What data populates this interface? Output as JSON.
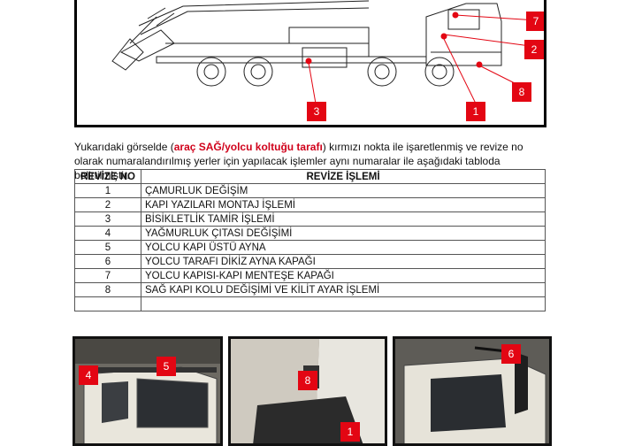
{
  "diagram": {
    "markers": [
      {
        "id": "m7",
        "label": "7"
      },
      {
        "id": "m2",
        "label": "2"
      },
      {
        "id": "m8",
        "label": "8"
      },
      {
        "id": "m3",
        "label": "3"
      },
      {
        "id": "m1",
        "label": "1"
      }
    ]
  },
  "caption": {
    "before": "Yukarıdaki görselde (",
    "highlight": "araç SAĞ/yolcu koltuğu tarafı",
    "after": ") kırmızı nokta ile işaretlenmiş ve revize no olarak numaralandırılmış yerler için yapılacak işlemler aynı numaralar ile aşağıdaki tabloda belirtilmiştir."
  },
  "table": {
    "headers": [
      "REVİZE NO",
      "REVİZE İŞLEMİ"
    ],
    "rows": [
      {
        "no": "1",
        "op": "ÇAMURLUK DEĞİŞİM"
      },
      {
        "no": "2",
        "op": "KAPI YAZILARI MONTAJ İŞLEMİ"
      },
      {
        "no": "3",
        "op": "BİSİKLETLİK TAMİR İŞLEMİ"
      },
      {
        "no": "4",
        "op": "YAĞMURLUK ÇITASI DEĞİŞİMİ"
      },
      {
        "no": "5",
        "op": "YOLCU KAPI ÜSTÜ AYNA"
      },
      {
        "no": "6",
        "op": "YOLCU TARAFI DİKİZ AYNA KAPAĞI"
      },
      {
        "no": "7",
        "op": "YOLCU KAPISI-KAPI MENTEŞE KAPAĞI"
      },
      {
        "no": "8",
        "op": "SAĞ KAPI KOLU DEĞİŞİMİ VE KİLİT AYAR İŞLEMİ"
      },
      {
        "no": "",
        "op": ""
      }
    ]
  },
  "photos": {
    "left_markers": [
      "4",
      "5"
    ],
    "middle_markers": [
      "8",
      "1"
    ],
    "right_markers": [
      "6"
    ]
  },
  "colors": {
    "marker": "#e30613",
    "highlight": "#d0021b"
  }
}
